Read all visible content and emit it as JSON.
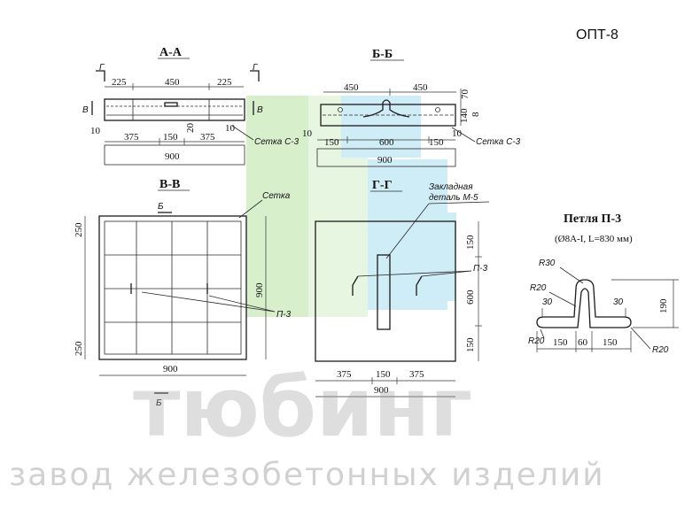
{
  "doc_code": "ОПТ-8",
  "sections": {
    "aa": {
      "title": "А-А",
      "cut_mark": "Г",
      "side_mark": "В",
      "dims_top": [
        "225",
        "450",
        "225"
      ],
      "dims_bottom": [
        "375",
        "150",
        "375"
      ],
      "total": "900",
      "small": [
        "10",
        "20",
        "10"
      ],
      "leader": "Сетка С-3"
    },
    "bb": {
      "title": "Б-Б",
      "dims_top": [
        "450",
        "450"
      ],
      "dims_side": [
        "70",
        "140",
        "8"
      ],
      "dims_bottom": [
        "150",
        "600",
        "150"
      ],
      "total": "900",
      "small": [
        "10",
        "10"
      ],
      "leader": "Сетка С-3"
    },
    "vv": {
      "title": "В-В",
      "cut_mark": "Б",
      "leader_mesh": "Сетка",
      "leader_loop": "П-3",
      "dims_left": [
        "250",
        "250"
      ],
      "dim_right": "900",
      "dim_bottom": "900"
    },
    "gg": {
      "title": "Г-Г",
      "leader_embed": "Закладная деталь М-5",
      "leader_loop": "П-3",
      "dims_right": [
        "150",
        "600",
        "150"
      ],
      "dims_bottom": [
        "375",
        "150",
        "375"
      ],
      "total": "900"
    }
  },
  "loop": {
    "title": "Петля П-3",
    "spec": "(Ø8А-I, L=830 мм)",
    "r30": "R30",
    "r20a": "R20",
    "r20b": "R20",
    "r20c": "R20",
    "d30a": "30",
    "d30b": "30",
    "h": "190",
    "w1": "150",
    "w2": "60",
    "w3": "150"
  },
  "watermark": {
    "brand": "тюбинг",
    "tagline": "завод железобетонных изделий"
  },
  "colors": {
    "green": "#b7e3a2",
    "cyan": "#a8dff1",
    "gray": "#9a9a9a"
  }
}
